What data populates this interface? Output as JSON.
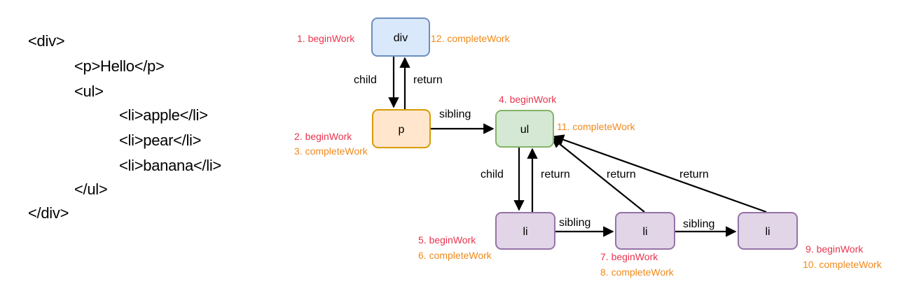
{
  "code": {
    "lines": [
      "<div>",
      "<p>Hello</p>",
      "<ul>",
      "<li>apple</li>",
      "<li>pear</li>",
      "<li>banana</li>",
      "</ul>",
      "</div>"
    ]
  },
  "nodes": {
    "div": {
      "label": "div",
      "fill": "#dae8fc",
      "stroke": "#6c8ebf"
    },
    "p": {
      "label": "p",
      "fill": "#ffe6cc",
      "stroke": "#d79b00"
    },
    "ul": {
      "label": "ul",
      "fill": "#d5e8d4",
      "stroke": "#82b366"
    },
    "li1": {
      "label": "li",
      "fill": "#e1d5e7",
      "stroke": "#9673a6"
    },
    "li2": {
      "label": "li",
      "fill": "#e1d5e7",
      "stroke": "#9673a6"
    },
    "li3": {
      "label": "li",
      "fill": "#e1d5e7",
      "stroke": "#9673a6"
    }
  },
  "edges": {
    "div_p_child": "child",
    "p_div_return": "return",
    "p_ul_sibling": "sibling",
    "ul_li1_child": "child",
    "li1_ul_return": "return",
    "li2_ul_return": "return",
    "li3_ul_return": "return",
    "li1_li2_sibling": "sibling",
    "li2_li3_sibling": "sibling"
  },
  "annotations": {
    "a1": "1. beginWork",
    "a2": "2. beginWork",
    "a3": "3. completeWork",
    "a4": "4. beginWork",
    "a5": "5. beginWork",
    "a6": "6. completeWork",
    "a7": "7. beginWork",
    "a8": "8. completeWork",
    "a9": "9. beginWork",
    "a10": "10. completeWork",
    "a11": "11. completeWork",
    "a12": "12. completeWork"
  },
  "colors": {
    "begin": "#e8344e",
    "complete": "#f08a1c"
  }
}
